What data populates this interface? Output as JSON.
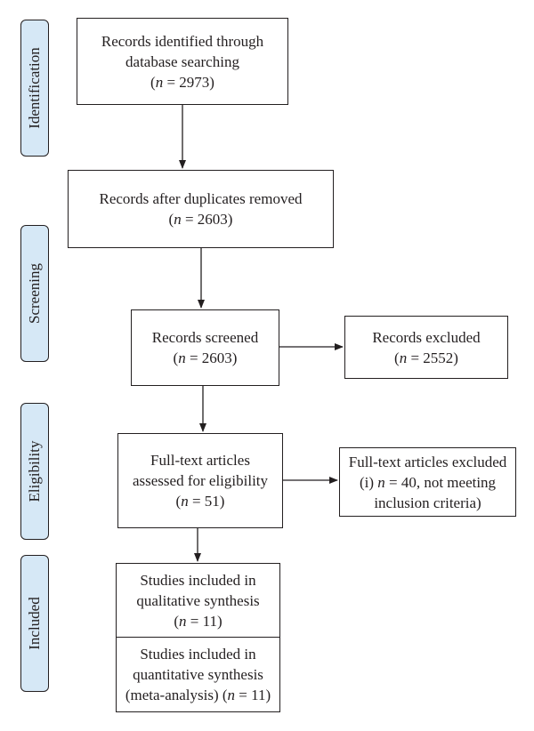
{
  "phases": {
    "identification": "Identification",
    "screening": "Screening",
    "eligibility": "Eligibility",
    "included": "Included"
  },
  "boxes": {
    "identified": {
      "line1": "Records identified through",
      "line2": "database searching",
      "n_prefix": "(",
      "n_symbol": "n",
      "n_value": " = 2973)"
    },
    "duplicates_removed": {
      "line1": "Records after duplicates removed",
      "n_prefix": "(",
      "n_symbol": "n",
      "n_value": " = 2603)"
    },
    "screened": {
      "line1": "Records screened",
      "n_prefix": "(",
      "n_symbol": "n",
      "n_value": " = 2603)"
    },
    "excluded": {
      "line1": "Records excluded",
      "n_prefix": "(",
      "n_symbol": "n",
      "n_value": " = 2552)"
    },
    "fulltext_assessed": {
      "line1": "Full-text articles",
      "line2": "assessed for eligibility",
      "n_prefix": "(",
      "n_symbol": "n",
      "n_value": " = 51)"
    },
    "fulltext_excluded": {
      "line1": "Full-text articles excluded",
      "n_prefix": "(i) ",
      "n_symbol": "n",
      "n_value": " = 40, not meeting",
      "line3": "inclusion criteria)"
    },
    "qualitative": {
      "line1": "Studies included in",
      "line2": "qualitative synthesis",
      "n_prefix": "(",
      "n_symbol": "n",
      "n_value": " = 11)"
    },
    "quantitative": {
      "line1": "Studies included in",
      "line2": "quantitative synthesis",
      "line3_prefix": "(meta-analysis) (",
      "n_symbol": "n",
      "n_value": " = 11)"
    }
  }
}
